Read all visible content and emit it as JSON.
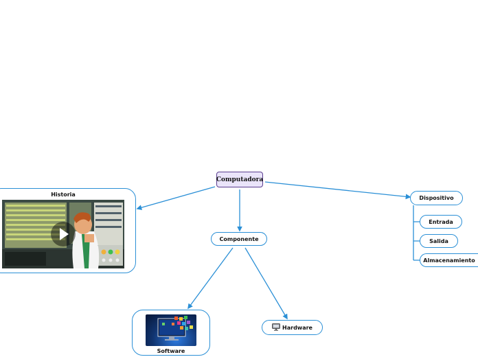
{
  "root": {
    "label": "Computadora"
  },
  "historia": {
    "label": "Historia",
    "media": "video-thumbnail"
  },
  "componente": {
    "label": "Componente"
  },
  "software": {
    "label": "Software",
    "media": "software-image"
  },
  "hardware": {
    "label": "Hardware",
    "icon": "monitor-icon"
  },
  "dispositivo": {
    "label": "Dispositivo",
    "children": [
      "Entrada",
      "Salida",
      "Almacenamiento"
    ]
  },
  "colors": {
    "connector": "#2a8fd6",
    "root_fill": "#eae4fa",
    "root_border": "#5a3d8f"
  }
}
